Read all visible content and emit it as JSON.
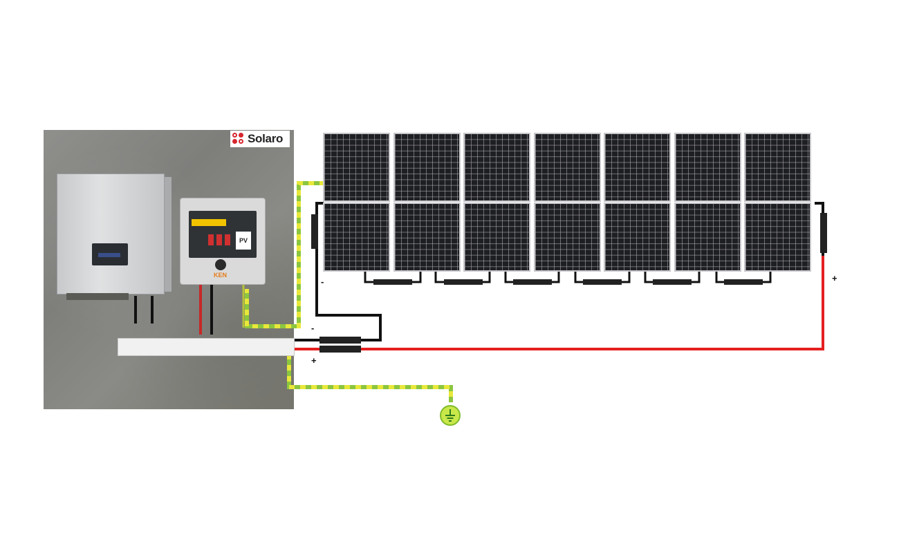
{
  "brand": {
    "name": "Solaro"
  },
  "combiner_box": {
    "module_label": "PV",
    "maker_mark": "KEN"
  },
  "polarity": {
    "array_negative": "-",
    "array_positive": "+",
    "trunk_negative": "-",
    "trunk_positive": "+"
  },
  "panel_array": {
    "columns": 7,
    "rows": 2
  },
  "colors": {
    "dc_positive": "#e51f1f",
    "dc_negative": "#111111",
    "earth_green": "#8cc63f",
    "earth_yellow": "#e8e83a",
    "ground_fill": "#c8e84a"
  },
  "icons": [
    "earth-ground-icon",
    "solaro-logo-icon"
  ]
}
